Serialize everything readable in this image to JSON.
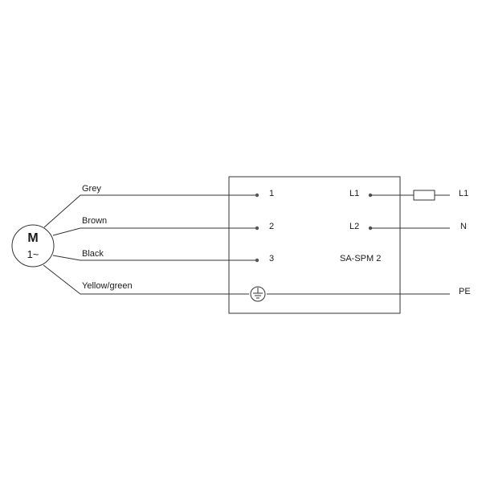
{
  "motor": {
    "symbol": "M",
    "phase": "1~"
  },
  "wires": {
    "grey": "Grey",
    "brown": "Brown",
    "black": "Black",
    "yellow_green": "Yellow/green"
  },
  "module": {
    "name": "SA-SPM 2",
    "terminals_left": [
      "1",
      "2",
      "3"
    ],
    "terminals_right": [
      "L1",
      "L2"
    ]
  },
  "supply": {
    "l1": "L1",
    "n": "N",
    "pe": "PE"
  },
  "colors": {
    "line": "#333333",
    "text": "#1a1a1a",
    "terminal": "#555555"
  }
}
